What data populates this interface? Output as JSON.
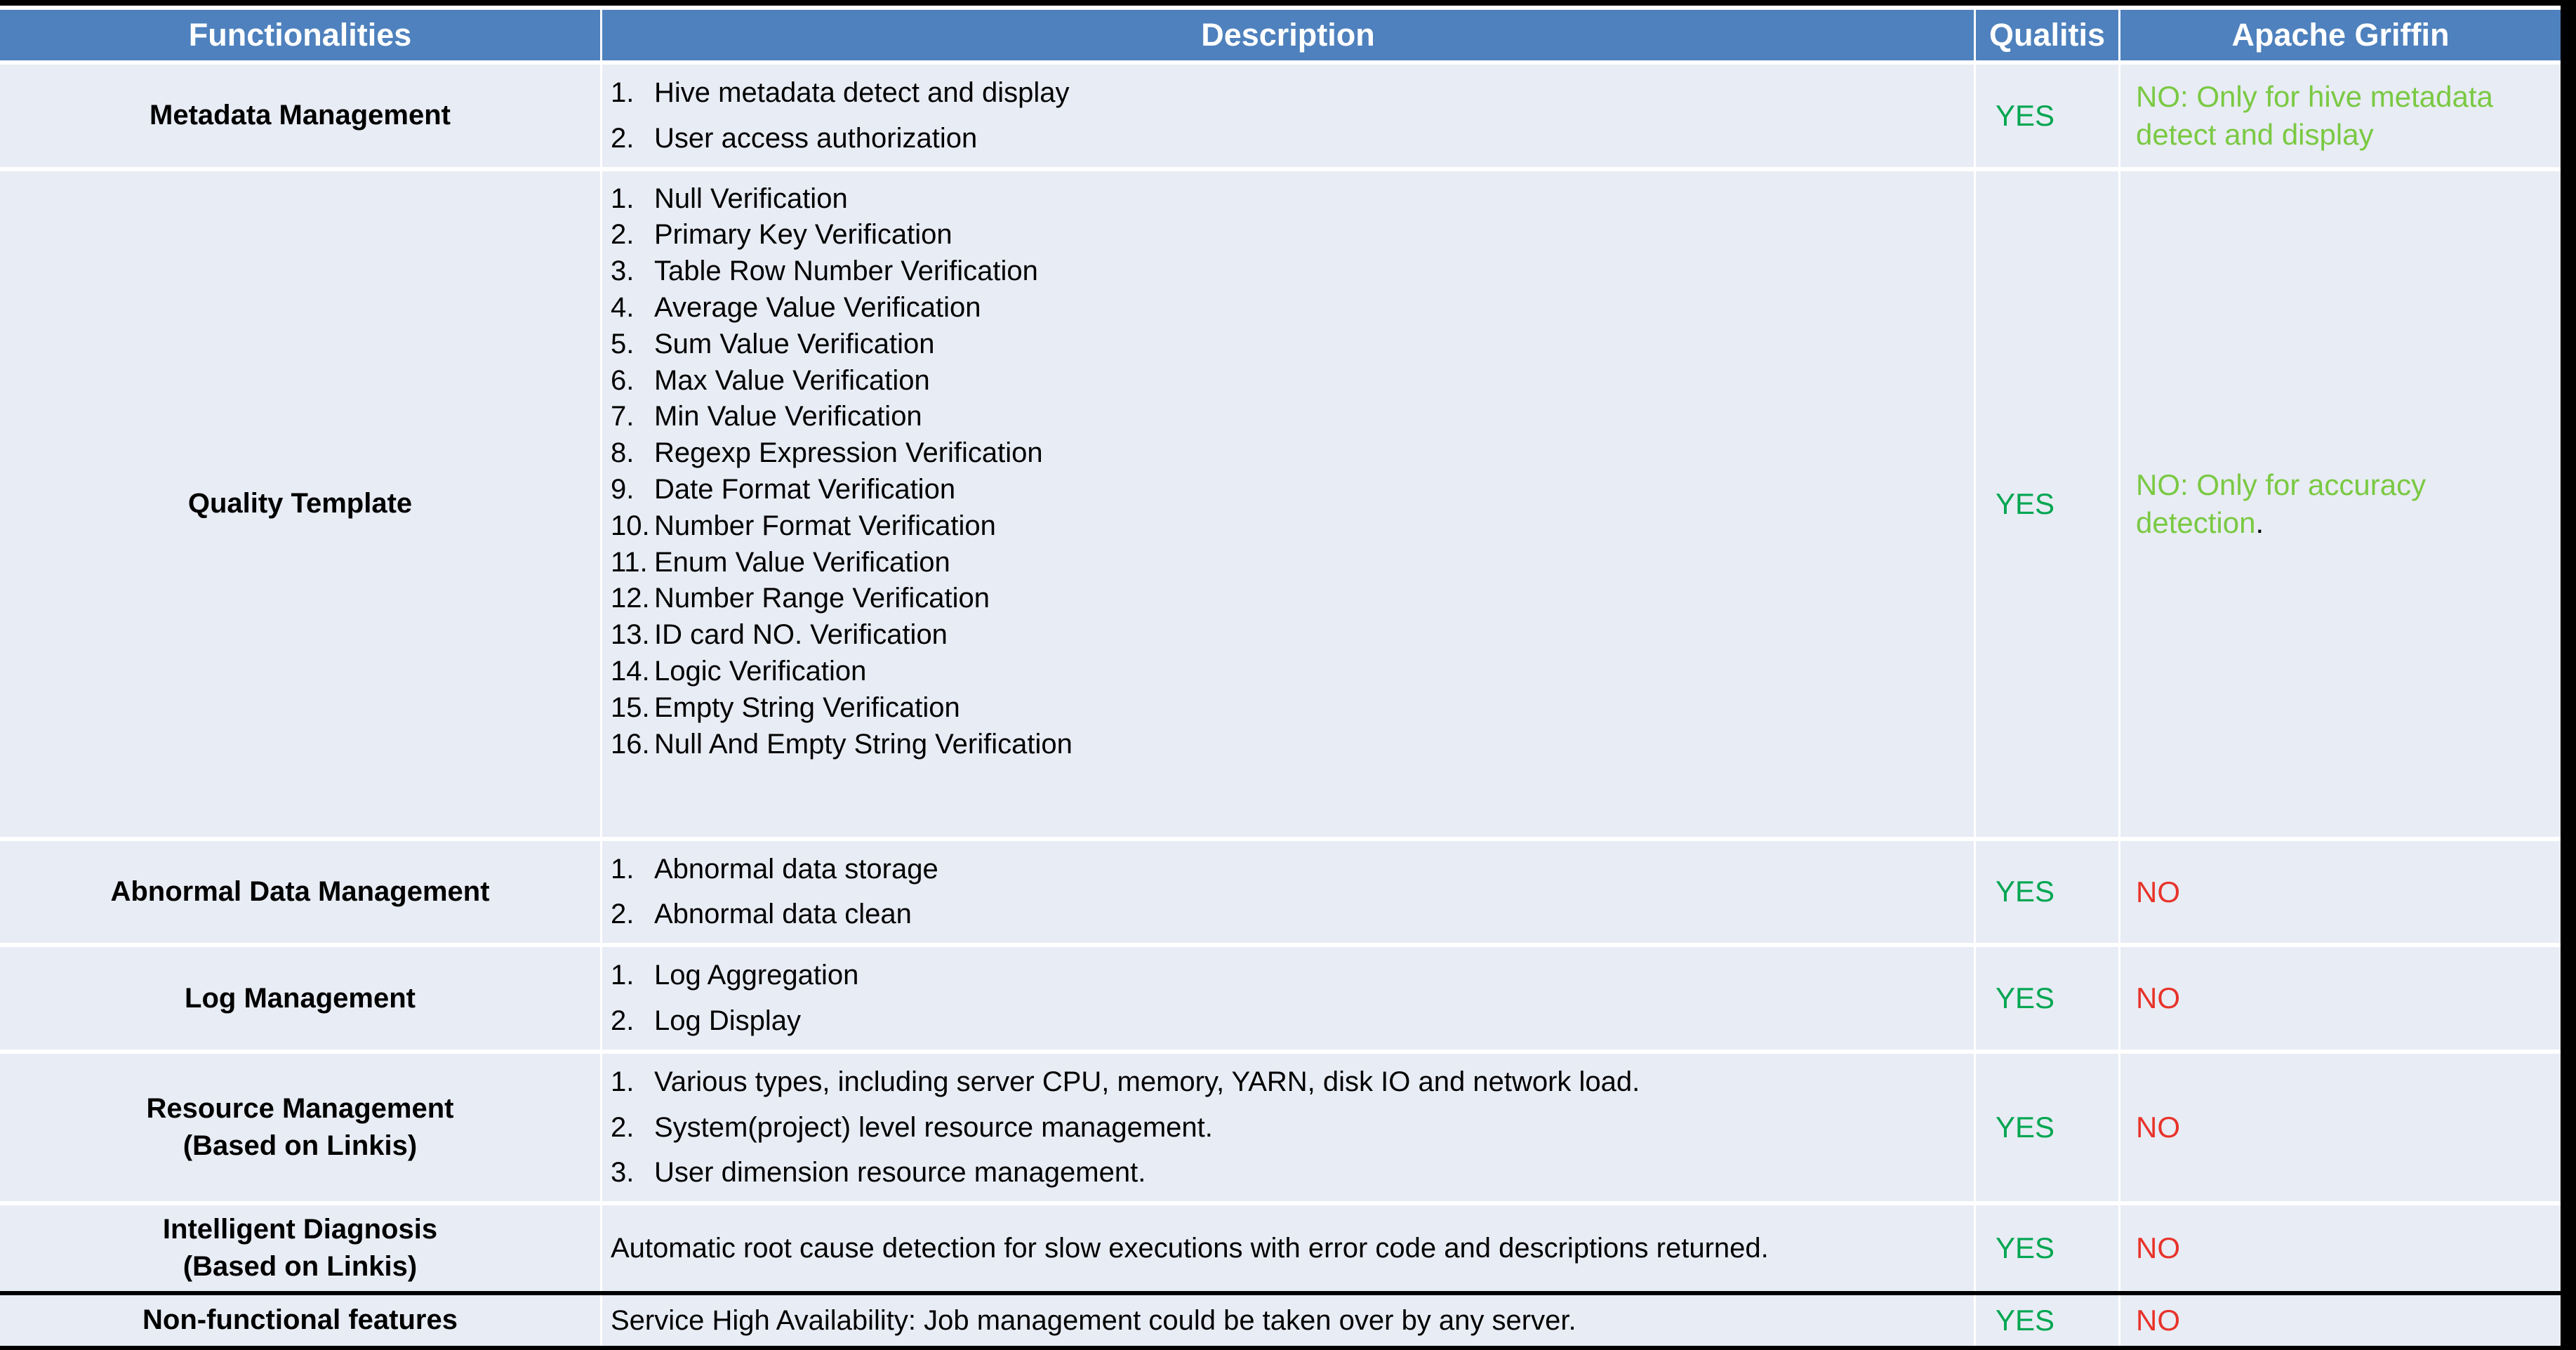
{
  "table": {
    "headers": {
      "functionalities": "Functionalities",
      "description": "Description",
      "qualitis": "Qualitis",
      "apache_griffin": "Apache Griffin"
    },
    "colors": {
      "header_blue": "#4e81bd",
      "cell_background": "#e8ecf4",
      "yes_green": "#00a651",
      "no_red": "#e8332a",
      "partial_green": "#7ac943",
      "frame_black": "#000000"
    },
    "rows": [
      {
        "functionality": "Metadata Management",
        "description_type": "ordered-list",
        "description_items": [
          "Hive metadata detect and display",
          "User access authorization"
        ],
        "qualitis": "YES",
        "griffin": "NO: Only for hive metadata detect and display",
        "griffin_style": "partial",
        "griffin_trailing_period": false
      },
      {
        "functionality": "Quality Template",
        "description_type": "ordered-list",
        "description_items": [
          "Null Verification",
          "Primary Key Verification",
          "Table Row Number Verification",
          "Average Value Verification",
          "Sum Value Verification",
          "Max Value Verification",
          "Min Value Verification",
          "Regexp Expression Verification",
          "Date Format Verification",
          "Number Format Verification",
          "Enum Value Verification",
          "Number Range Verification",
          "ID card NO. Verification",
          "Logic Verification",
          "Empty String Verification",
          "Null And Empty String Verification"
        ],
        "qualitis": "YES",
        "griffin": "NO: Only for accuracy detection",
        "griffin_style": "partial",
        "griffin_trailing_period": true
      },
      {
        "functionality": "Abnormal Data Management",
        "description_type": "ordered-list",
        "description_items": [
          "Abnormal data storage",
          "Abnormal data clean"
        ],
        "qualitis": "YES",
        "griffin": "NO",
        "griffin_style": "no",
        "griffin_trailing_period": false
      },
      {
        "functionality": "Log Management",
        "description_type": "ordered-list",
        "description_items": [
          "Log Aggregation",
          "Log Display"
        ],
        "qualitis": "YES",
        "griffin": "NO",
        "griffin_style": "no",
        "griffin_trailing_period": false
      },
      {
        "functionality": "Resource Management\n(Based on Linkis)",
        "functionality_line1": "Resource Management",
        "functionality_line2": "(Based on Linkis)",
        "description_type": "ordered-list",
        "description_items": [
          "Various types, including server CPU, memory, YARN, disk IO and network load.",
          "System(project) level resource management.",
          "User dimension resource management."
        ],
        "qualitis": "YES",
        "griffin": "NO",
        "griffin_style": "no",
        "griffin_trailing_period": false
      },
      {
        "functionality": "Intelligent Diagnosis\n(Based on Linkis)",
        "functionality_line1": "Intelligent Diagnosis",
        "functionality_line2": "(Based on Linkis)",
        "description_type": "paragraph",
        "description_text": "Automatic root cause detection for slow executions with error code and descriptions returned.",
        "qualitis": "YES",
        "griffin": "NO",
        "griffin_style": "no",
        "griffin_trailing_period": false
      },
      {
        "functionality": "Non-functional features",
        "description_type": "paragraph",
        "description_text": "Service High Availability: Job management could be taken over by any server.",
        "qualitis": "YES",
        "griffin": "NO",
        "griffin_style": "no",
        "griffin_trailing_period": false
      }
    ]
  }
}
